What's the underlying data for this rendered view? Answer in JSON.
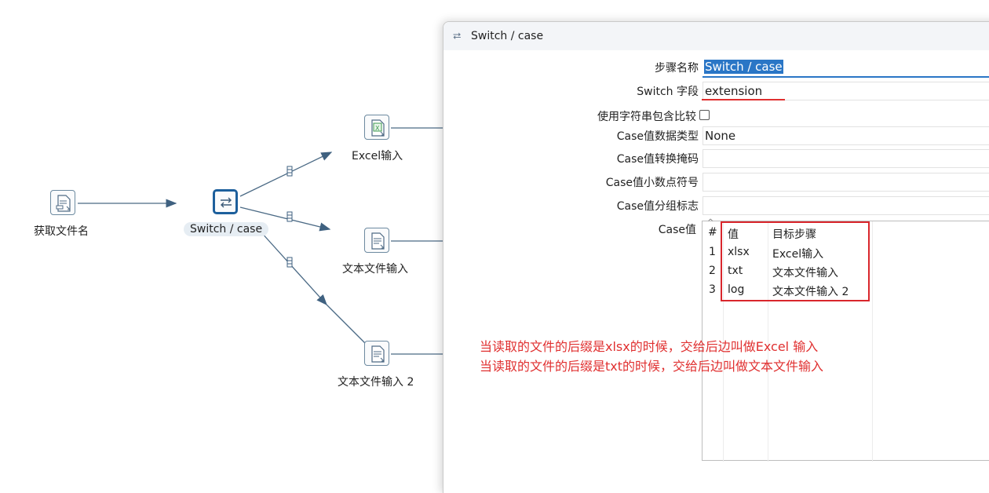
{
  "canvas": {
    "nodes": [
      {
        "id": "get-filenames",
        "label": "获取文件名",
        "icon": "file-input-icon"
      },
      {
        "id": "switch-case",
        "label": "Switch / case",
        "icon": "switch-icon",
        "selected": true
      },
      {
        "id": "excel-input",
        "label": "Excel输入",
        "icon": "excel-file-icon"
      },
      {
        "id": "text-input",
        "label": "文本文件输入",
        "icon": "text-file-icon"
      },
      {
        "id": "text-input-2",
        "label": "文本文件输入 2",
        "icon": "text-file-icon"
      }
    ]
  },
  "dialog": {
    "title": "Switch / case",
    "title_icon": "switch-arrows-icon",
    "labels": {
      "step_name": "步骤名称",
      "switch_field": "Switch 字段",
      "use_contains": "使用字符串包含比较",
      "case_type": "Case值数据类型",
      "case_mask": "Case值转换掩码",
      "case_decimal": "Case值小数点符号",
      "case_group": "Case值分组标志",
      "case_values": "Case值"
    },
    "values": {
      "step_name": "Switch / case",
      "switch_field": "extension",
      "use_contains": false,
      "case_type": "None",
      "case_mask": "",
      "case_decimal": "",
      "case_group": ""
    },
    "table": {
      "headers": [
        "#",
        "值",
        "目标步骤"
      ],
      "rows": [
        [
          "1",
          "xlsx",
          "Excel输入"
        ],
        [
          "2",
          "txt",
          "文本文件输入"
        ],
        [
          "3",
          "log",
          "文本文件输入 2"
        ]
      ]
    }
  },
  "annotation": {
    "line1": "当读取的文件的后缀是xlsx的时候，交给后边叫做Excel 输入",
    "line2": "当读取的文件的后缀是txt的时候，交给后边叫做文本文件输入"
  },
  "colors": {
    "accent": "#2a76c6",
    "annotation": "#e03030",
    "hop": "#4b6a85"
  }
}
